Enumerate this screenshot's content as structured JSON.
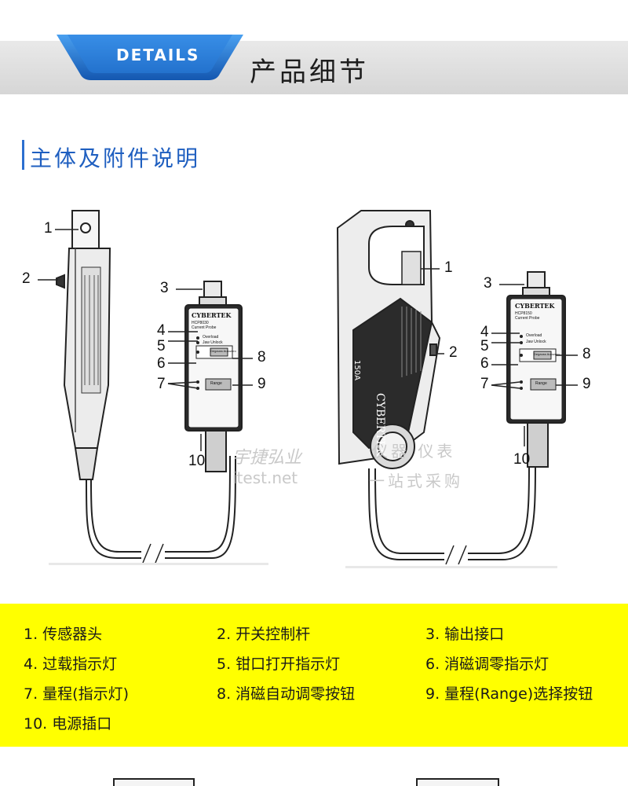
{
  "header": {
    "badge_label": "DETAILS",
    "title": "产品细节"
  },
  "section": {
    "title": "主体及附件说明"
  },
  "left_diagram": {
    "callouts": [
      "1",
      "2",
      "3",
      "4",
      "5",
      "6",
      "7",
      "8",
      "9",
      "10"
    ],
    "box_brand": "CYBERTEK",
    "box_model": "HCP8030",
    "box_subtitle": "Current Probe",
    "box_led_overload": "Overload",
    "box_led_jaw": "Jaw Unlock",
    "box_btn_degauss": "Degauss Autozero",
    "box_btn_range": "Range"
  },
  "right_diagram": {
    "callouts": [
      "1",
      "2",
      "3",
      "4",
      "5",
      "6",
      "7",
      "8",
      "9",
      "10"
    ],
    "clamp_brand": "CYBERTEK",
    "clamp_rating": "150A",
    "box_brand": "CYBERTEK",
    "box_model": "HCP8150",
    "box_subtitle": "Current Probe",
    "box_led_overload": "Overload",
    "box_led_jaw": "Jaw Unlock",
    "box_btn_degauss": "Degauss Autozero",
    "box_btn_range": "Range"
  },
  "watermark": {
    "cn_left": "宇捷弘业",
    "url": "itest.net",
    "cn_right_top": "仪器  仪表",
    "cn_right_bottom": "一站式采购"
  },
  "legend": {
    "items": [
      "1. 传感器头",
      "2. 开关控制杆",
      "3. 输出接口",
      "4. 过载指示灯",
      "5. 钳口打开指示灯",
      "6. 消磁调零指示灯",
      "7. 量程(指示灯)",
      "8. 消磁自动调零按钮",
      "9. 量程(Range)选择按钮",
      "10. 电源插口"
    ]
  },
  "colors": {
    "badge_blue": "#1f6fc9",
    "section_blue": "#1f5fc0",
    "legend_yellow": "#ffff00",
    "header_gray": "#dcdcdc"
  }
}
